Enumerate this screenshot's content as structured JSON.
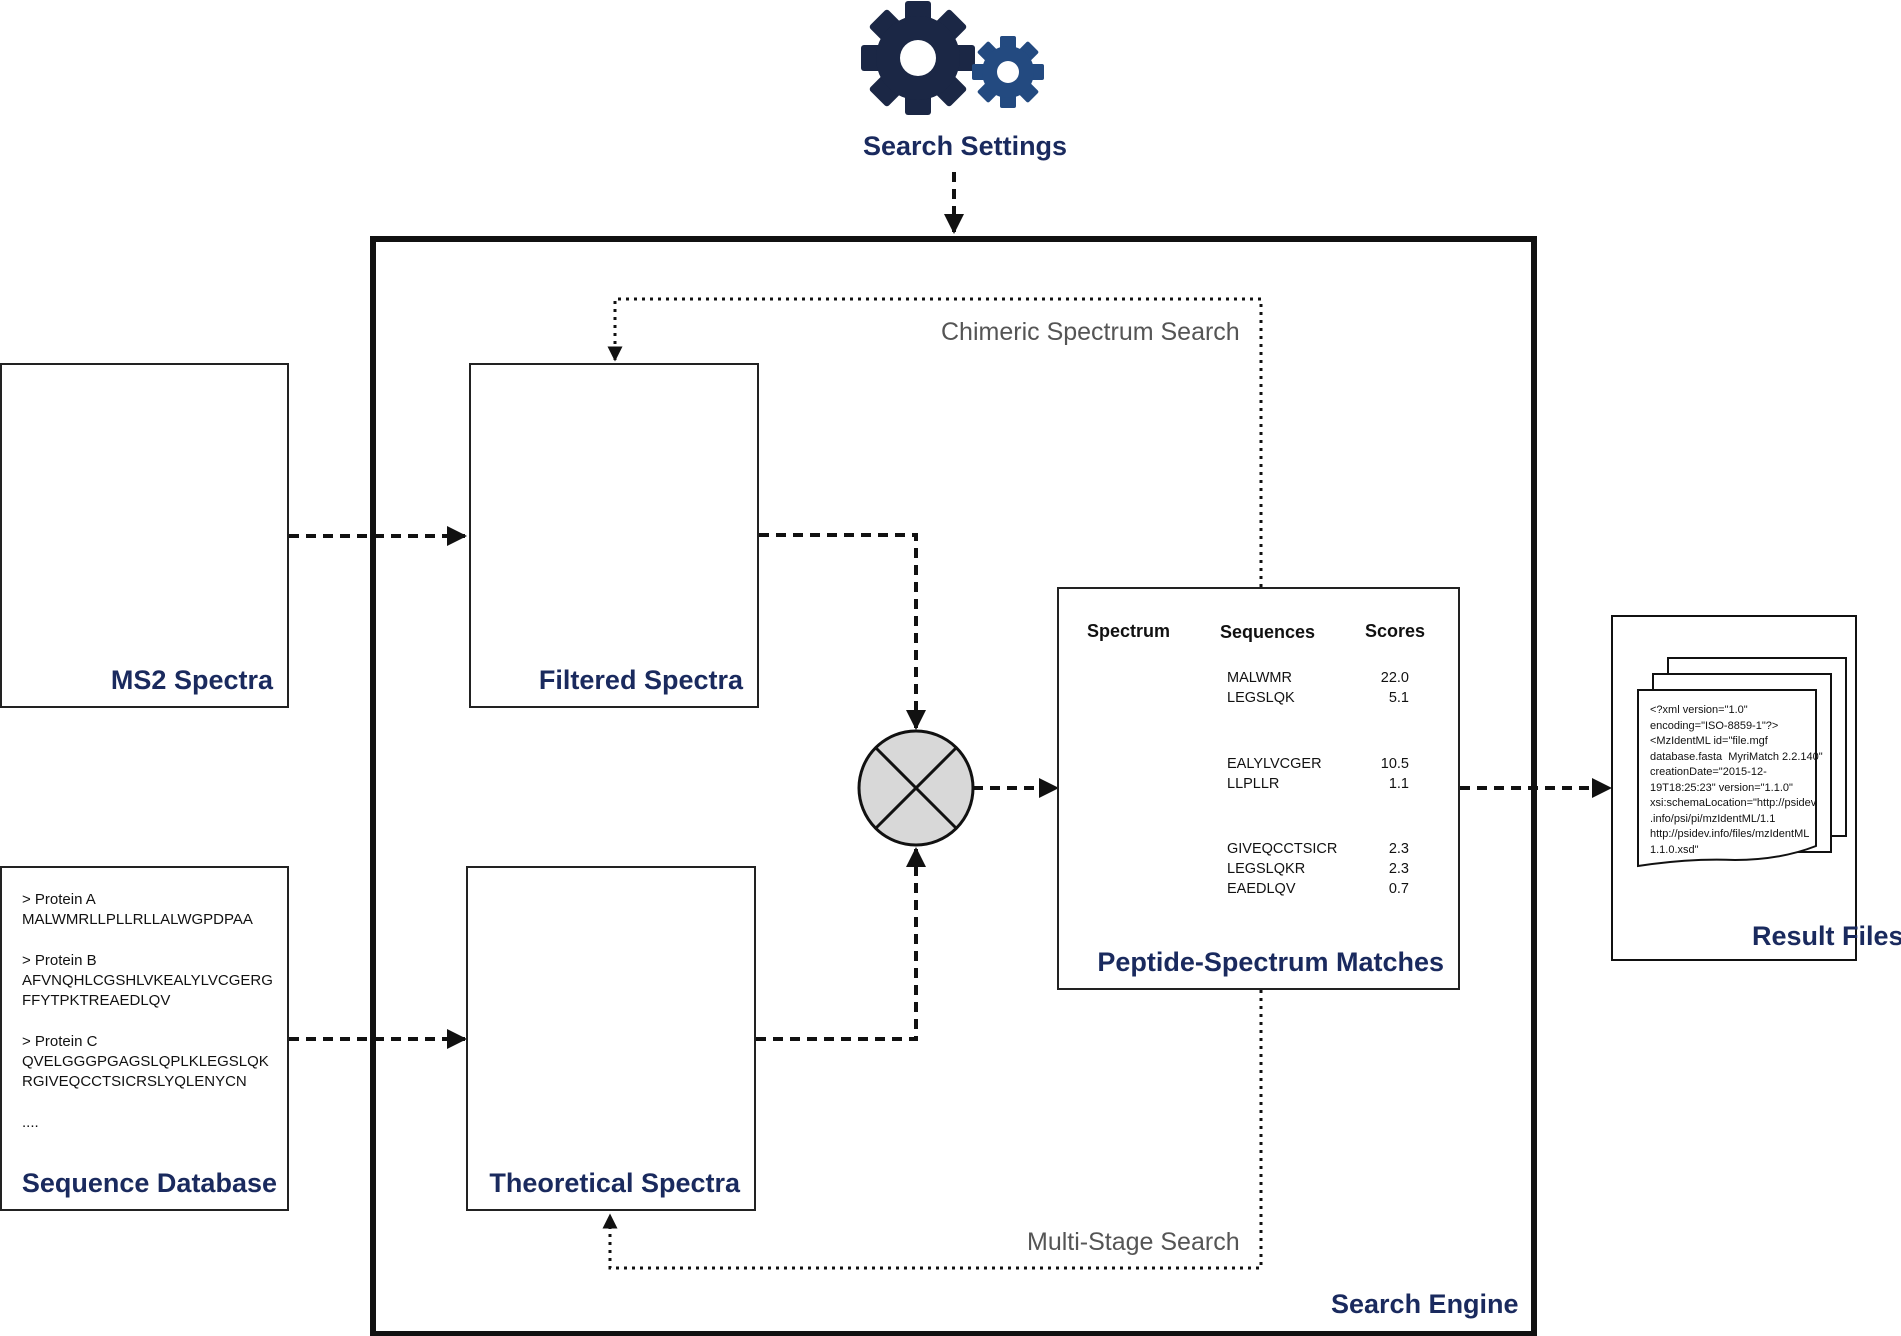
{
  "colors": {
    "title": "#1a2a5e",
    "peak": "#ee1111",
    "theory_peak": "#aaaaaa",
    "gear": "#1b2745",
    "gear_small": "#234a80"
  },
  "icons": [
    "gear-icon",
    "gear-small-icon",
    "multiply-operator-icon",
    "document-stack-icon"
  ],
  "labels": {
    "search_settings": "Search Settings",
    "search_engine": "Search Engine",
    "ms2_spectra": "MS2 Spectra",
    "filtered_spectra": "Filtered Spectra",
    "theoretical_spectra": "Theoretical Spectra",
    "sequence_database": "Sequence Database",
    "psm": "Peptide-Spectrum Matches",
    "result_files": "Result Files",
    "chimeric_search": "Chimeric Spectrum Search",
    "multi_stage_search": "Multi-Stage Search"
  },
  "sequence_database": {
    "entries": [
      {
        "header": "> Protein A",
        "lines": [
          "MALWMRLLPLLRLLALWGPDPAA"
        ]
      },
      {
        "header": "> Protein B",
        "lines": [
          "AFVNQHLCGSHLVKEALYLVCGERG",
          "FFYTPKTREAEDLQV"
        ]
      },
      {
        "header": "> Protein C",
        "lines": [
          "QVELGGGPGAGSLQPLKLEGSLQK",
          "RGIVEQCCTSICRSLYQLENYCN"
        ]
      }
    ],
    "ellipsis": "...."
  },
  "psm_table": {
    "headers": [
      "Spectrum",
      "Sequences",
      "Scores"
    ],
    "groups": [
      {
        "sequences": [
          "MALWMR",
          "LEGSLQK"
        ],
        "scores": [
          "22.0",
          "5.1"
        ]
      },
      {
        "sequences": [
          "EALYLVCGER",
          "LLPLLR"
        ],
        "scores": [
          "10.5",
          "1.1"
        ]
      },
      {
        "sequences": [
          "GIVEQCCTSICR",
          "LEGSLQKR",
          "EAEDLQV"
        ],
        "scores": [
          "2.3",
          "2.3",
          "0.7"
        ]
      }
    ]
  },
  "result_file_text": "<?xml version=\"1.0\"\nencoding=\"ISO-8859-1\"?>\n<MzIdentML id=\"file.mgf\ndatabase.fasta  MyriMatch 2.2.140\"\ncreationDate=\"2015-12-\n19T18:25:23\" version=\"1.1.0\"\nxsi:schemaLocation=\"http://psidev\n.info/psi/pi/mzIdentML/1.1\nhttp://psidev.info/files/mzIdentML\n1.1.0.xsd\""
}
